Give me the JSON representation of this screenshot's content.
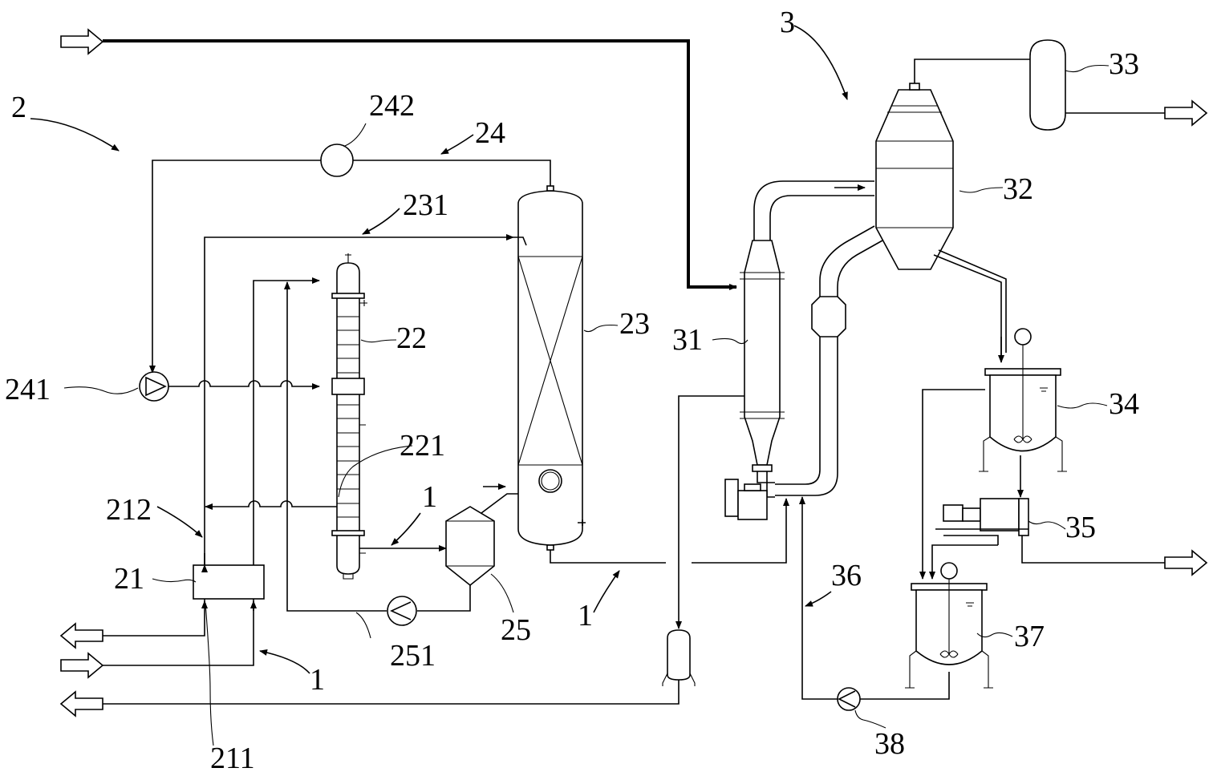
{
  "colors": {
    "line": "#000000",
    "background": "#ffffff"
  },
  "labels": {
    "system_2": "2",
    "system_3": "3",
    "unit_21": "21",
    "line_211": "211",
    "line_212": "212",
    "unit_22": "22",
    "port_221": "221",
    "unit_23": "23",
    "line_231": "231",
    "loop_24": "24",
    "pump_241": "241",
    "unit_242": "242",
    "unit_25": "25",
    "line_251": "251",
    "unit_31": "31",
    "unit_32": "32",
    "unit_33": "33",
    "unit_34": "34",
    "unit_35": "35",
    "line_36": "36",
    "unit_37": "37",
    "pump_38": "38",
    "stream_1_a": "1",
    "stream_1_b": "1",
    "stream_1_c": "1"
  }
}
